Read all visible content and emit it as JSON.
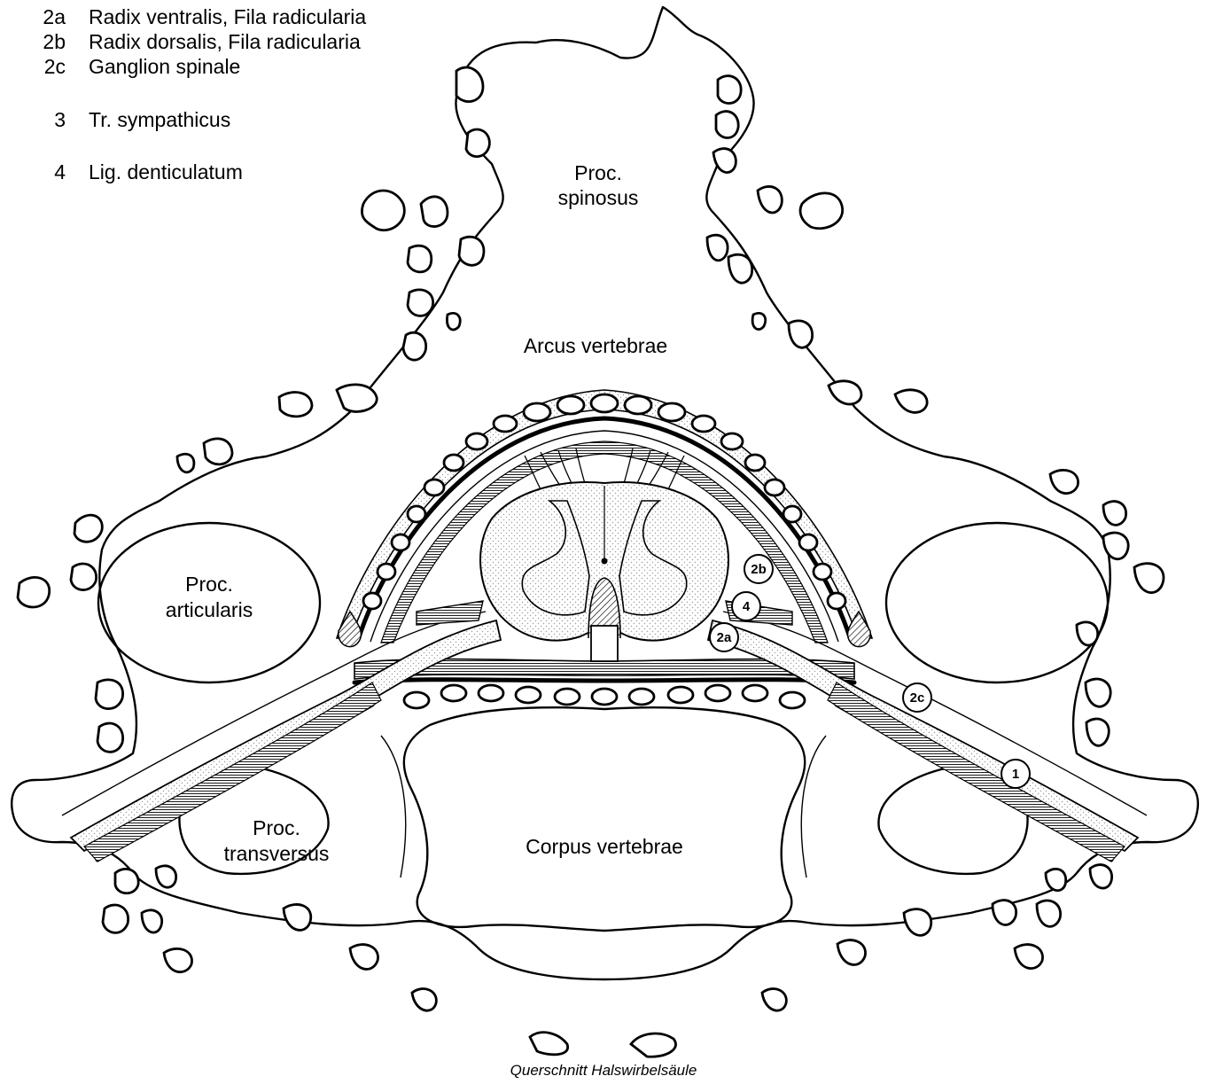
{
  "legend": [
    {
      "num": "2a",
      "text": "Radix ventralis, Fila radicularia"
    },
    {
      "num": "2b",
      "text": "Radix dorsalis, Fila radicularia"
    },
    {
      "num": "2c",
      "text": "Ganglion spinale"
    },
    {
      "num": "3",
      "text": "Tr. sympathicus"
    },
    {
      "num": "4",
      "text": "Lig. denticulatum"
    }
  ],
  "labels": {
    "proc_spinosus": [
      "Proc.",
      "spinosus"
    ],
    "arcus_vertebrae": "Arcus vertebrae",
    "proc_articularis": [
      "Proc.",
      "articularis"
    ],
    "proc_transversus": [
      "Proc.",
      "transversus"
    ],
    "corpus_vertebrae": "Corpus vertebrae"
  },
  "markers": {
    "m1": "1",
    "m2a": "2a",
    "m2b": "2b",
    "m2c": "2c",
    "m4": "4"
  },
  "caption": "Querschnitt Halswirbelsäule",
  "colors": {
    "line": "#000000",
    "background": "#ffffff",
    "stipple": "#9a9a9a"
  }
}
